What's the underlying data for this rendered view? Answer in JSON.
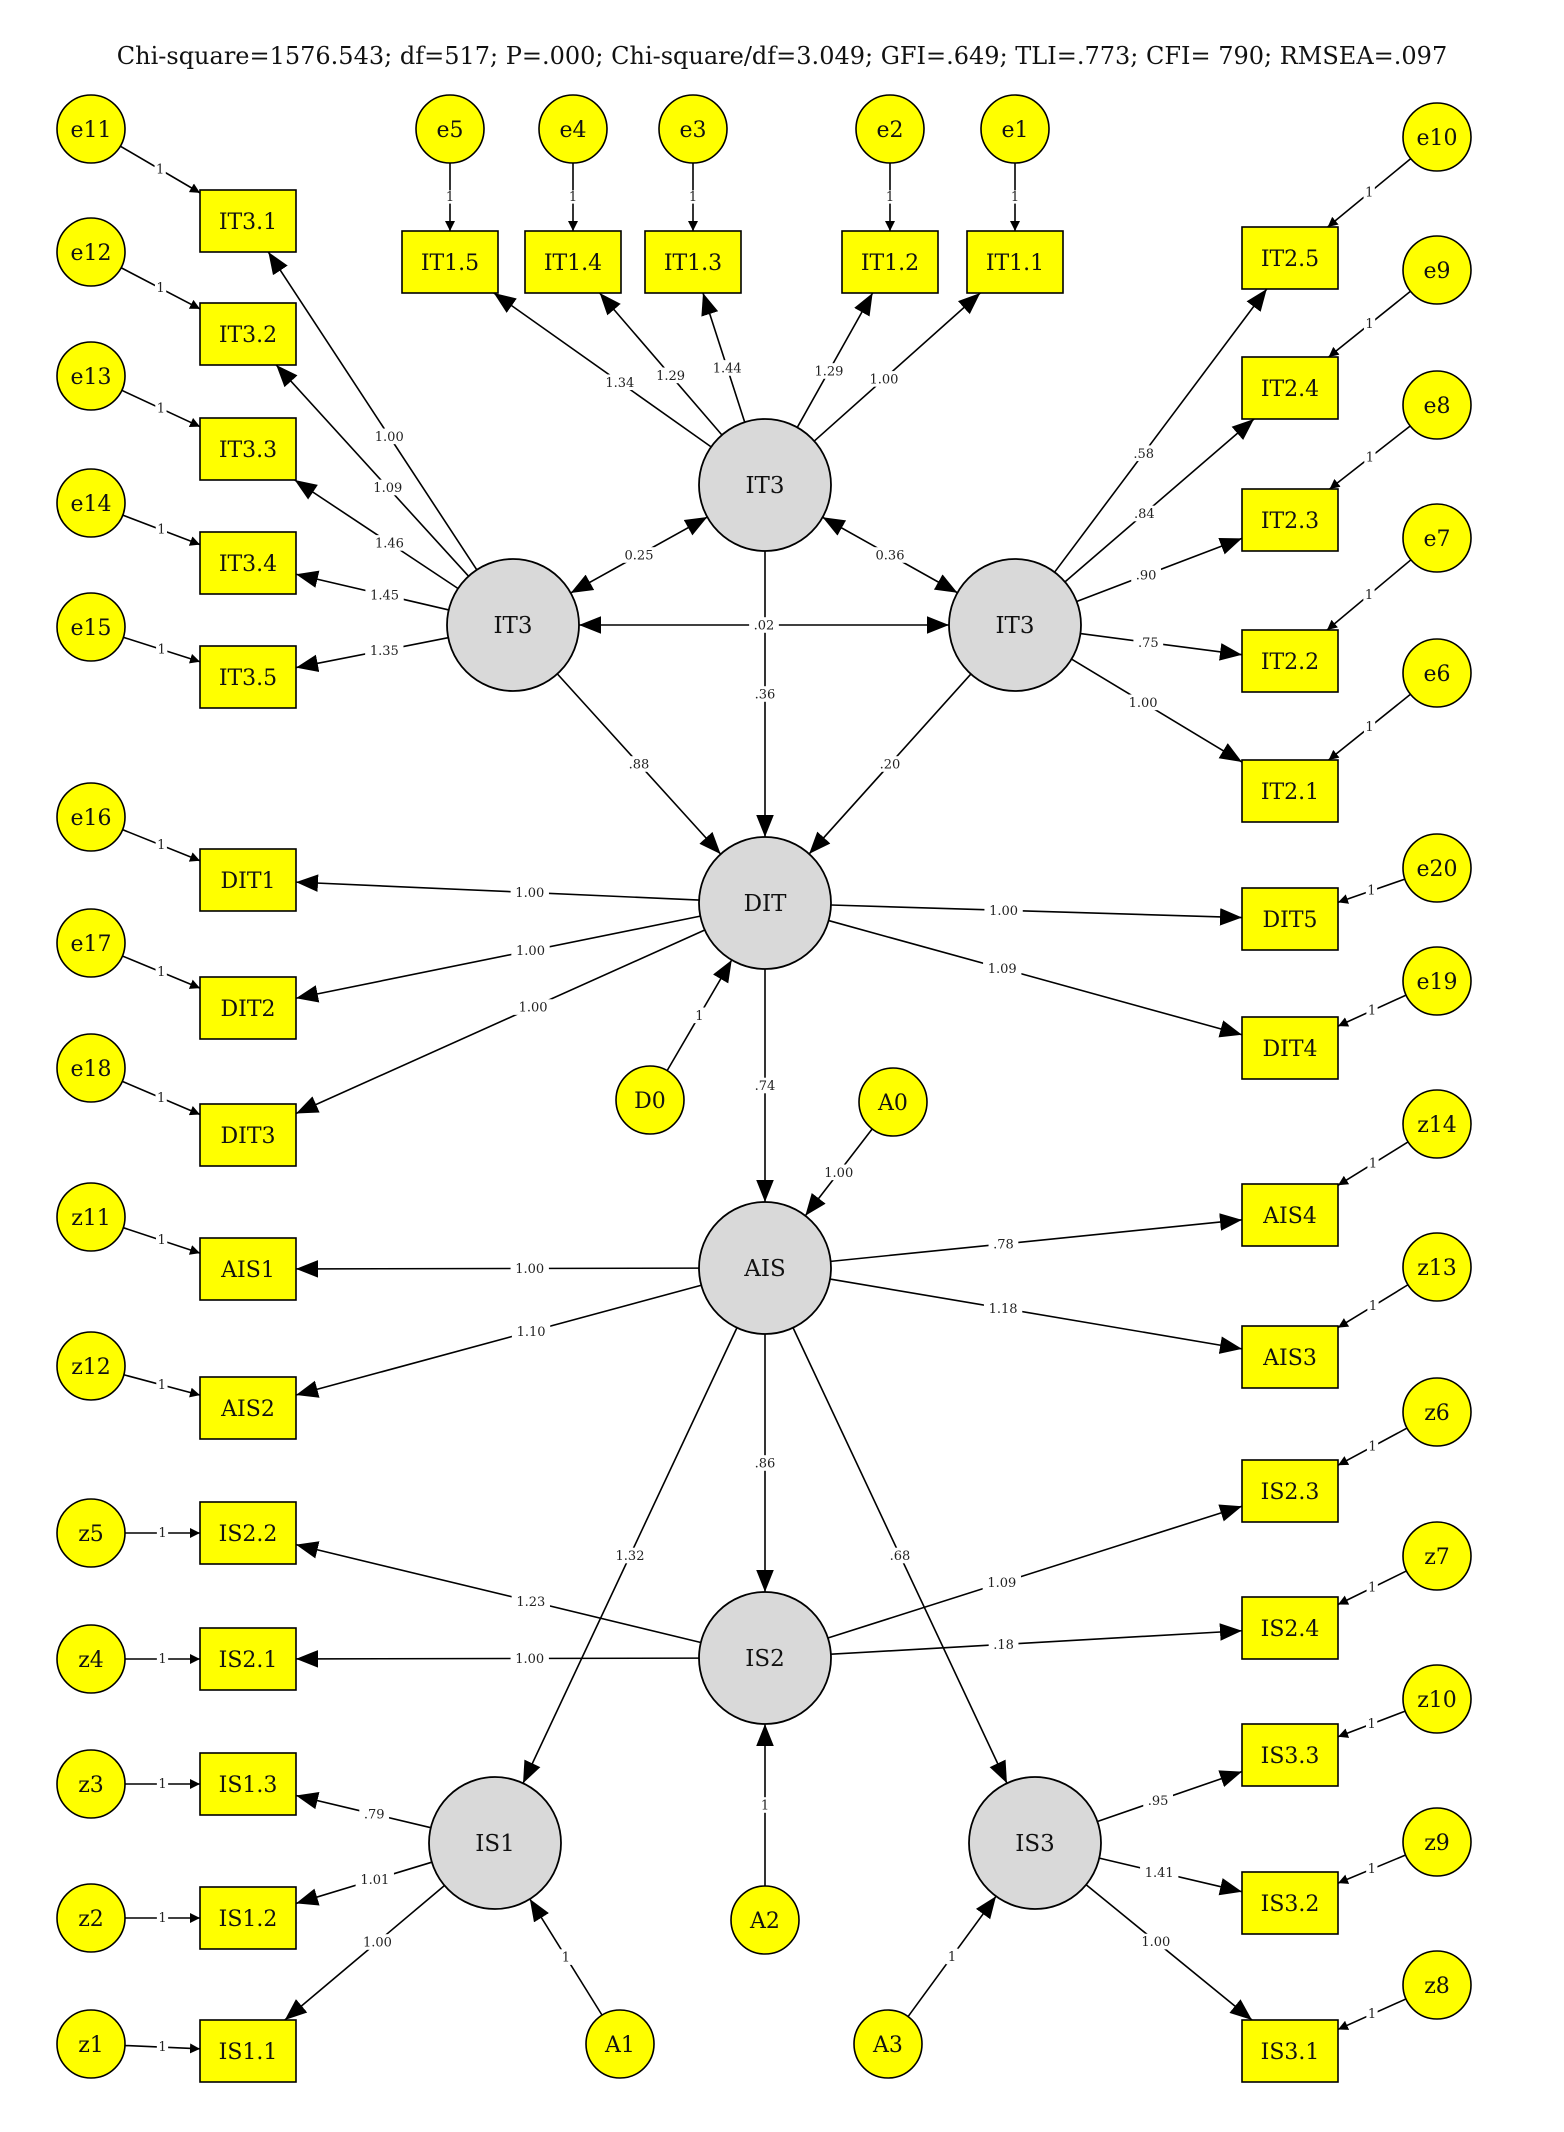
{
  "title": "Chi-square=1576.543; df=517; P=.000; Chi-square/df=3.049; GFI=.649; TLI=.773; CFI= 790; RMSEA=.097",
  "colors": {
    "indicator": "#ffff00",
    "latent": "#d9d9d9",
    "stroke": "#000000"
  },
  "latents": [
    {
      "id": "IT3_top",
      "label": "IT3"
    },
    {
      "id": "IT3_left",
      "label": "IT3"
    },
    {
      "id": "IT3_right",
      "label": "IT3"
    },
    {
      "id": "DIT",
      "label": "DIT"
    },
    {
      "id": "AIS",
      "label": "AIS"
    },
    {
      "id": "IS2",
      "label": "IS2"
    },
    {
      "id": "IS1",
      "label": "IS1"
    },
    {
      "id": "IS3",
      "label": "IS3"
    }
  ],
  "indicators": [
    {
      "id": "IT1.5",
      "label": "IT1.5"
    },
    {
      "id": "IT1.4",
      "label": "IT1.4"
    },
    {
      "id": "IT1.3",
      "label": "IT1.3"
    },
    {
      "id": "IT1.2",
      "label": "IT1.2"
    },
    {
      "id": "IT1.1",
      "label": "IT1.1"
    },
    {
      "id": "IT3.1",
      "label": "IT3.1"
    },
    {
      "id": "IT3.2",
      "label": "IT3.2"
    },
    {
      "id": "IT3.3",
      "label": "IT3.3"
    },
    {
      "id": "IT3.4",
      "label": "IT3.4"
    },
    {
      "id": "IT3.5",
      "label": "IT3.5"
    },
    {
      "id": "IT2.5",
      "label": "IT2.5"
    },
    {
      "id": "IT2.4",
      "label": "IT2.4"
    },
    {
      "id": "IT2.3",
      "label": "IT2.3"
    },
    {
      "id": "IT2.2",
      "label": "IT2.2"
    },
    {
      "id": "IT2.1",
      "label": "IT2.1"
    },
    {
      "id": "DIT1",
      "label": "DIT1"
    },
    {
      "id": "DIT2",
      "label": "DIT2"
    },
    {
      "id": "DIT3",
      "label": "DIT3"
    },
    {
      "id": "DIT5",
      "label": "DIT5"
    },
    {
      "id": "DIT4",
      "label": "DIT4"
    },
    {
      "id": "AIS1",
      "label": "AIS1"
    },
    {
      "id": "AIS2",
      "label": "AIS2"
    },
    {
      "id": "AIS4",
      "label": "AIS4"
    },
    {
      "id": "AIS3",
      "label": "AIS3"
    },
    {
      "id": "IS2.2",
      "label": "IS2.2"
    },
    {
      "id": "IS2.1",
      "label": "IS2.1"
    },
    {
      "id": "IS2.3",
      "label": "IS2.3"
    },
    {
      "id": "IS2.4",
      "label": "IS2.4"
    },
    {
      "id": "IS1.3",
      "label": "IS1.3"
    },
    {
      "id": "IS1.2",
      "label": "IS1.2"
    },
    {
      "id": "IS1.1",
      "label": "IS1.1"
    },
    {
      "id": "IS3.3",
      "label": "IS3.3"
    },
    {
      "id": "IS3.2",
      "label": "IS3.2"
    },
    {
      "id": "IS3.1",
      "label": "IS3.1"
    }
  ],
  "errors": [
    {
      "id": "e5",
      "label": "e5",
      "to": "IT1.5"
    },
    {
      "id": "e4",
      "label": "e4",
      "to": "IT1.4"
    },
    {
      "id": "e3",
      "label": "e3",
      "to": "IT1.3"
    },
    {
      "id": "e2",
      "label": "e2",
      "to": "IT1.2"
    },
    {
      "id": "e1",
      "label": "e1",
      "to": "IT1.1"
    },
    {
      "id": "e11",
      "label": "e11",
      "to": "IT3.1"
    },
    {
      "id": "e12",
      "label": "e12",
      "to": "IT3.2"
    },
    {
      "id": "e13",
      "label": "e13",
      "to": "IT3.3"
    },
    {
      "id": "e14",
      "label": "e14",
      "to": "IT3.4"
    },
    {
      "id": "e15",
      "label": "e15",
      "to": "IT3.5"
    },
    {
      "id": "e10",
      "label": "e10",
      "to": "IT2.5"
    },
    {
      "id": "e9",
      "label": "e9",
      "to": "IT2.4"
    },
    {
      "id": "e8",
      "label": "e8",
      "to": "IT2.3"
    },
    {
      "id": "e7",
      "label": "e7",
      "to": "IT2.2"
    },
    {
      "id": "e6",
      "label": "e6",
      "to": "IT2.1"
    },
    {
      "id": "e16",
      "label": "e16",
      "to": "DIT1"
    },
    {
      "id": "e17",
      "label": "e17",
      "to": "DIT2"
    },
    {
      "id": "e18",
      "label": "e18",
      "to": "DIT3"
    },
    {
      "id": "e20",
      "label": "e20",
      "to": "DIT5"
    },
    {
      "id": "e19",
      "label": "e19",
      "to": "DIT4"
    },
    {
      "id": "z11",
      "label": "z11",
      "to": "AIS1"
    },
    {
      "id": "z12",
      "label": "z12",
      "to": "AIS2"
    },
    {
      "id": "z14",
      "label": "z14",
      "to": "AIS4"
    },
    {
      "id": "z13",
      "label": "z13",
      "to": "AIS3"
    },
    {
      "id": "z5",
      "label": "z5",
      "to": "IS2.2"
    },
    {
      "id": "z4",
      "label": "z4",
      "to": "IS2.1"
    },
    {
      "id": "z6",
      "label": "z6",
      "to": "IS2.3"
    },
    {
      "id": "z7",
      "label": "z7",
      "to": "IS2.4"
    },
    {
      "id": "z3",
      "label": "z3",
      "to": "IS1.3"
    },
    {
      "id": "z2",
      "label": "z2",
      "to": "IS1.2"
    },
    {
      "id": "z1",
      "label": "z1",
      "to": "IS1.1"
    },
    {
      "id": "z10",
      "label": "z10",
      "to": "IS3.3"
    },
    {
      "id": "z9",
      "label": "z9",
      "to": "IS3.2"
    },
    {
      "id": "z8",
      "label": "z8",
      "to": "IS3.1"
    }
  ],
  "error_weight": "1",
  "disturbances": [
    {
      "id": "D0",
      "label": "D0",
      "to": "DIT",
      "weight": "1"
    },
    {
      "id": "A0",
      "label": "A0",
      "to": "AIS",
      "weight": "1.00"
    },
    {
      "id": "A2",
      "label": "A2",
      "to": "IS2",
      "weight": "1"
    },
    {
      "id": "A1",
      "label": "A1",
      "to": "IS1",
      "weight": "1"
    },
    {
      "id": "A3",
      "label": "A3",
      "to": "IS3",
      "weight": "1"
    }
  ],
  "loadings": [
    {
      "from": "IT3_top",
      "to": "IT1.5",
      "weight": "1.34"
    },
    {
      "from": "IT3_top",
      "to": "IT1.4",
      "weight": "1.29"
    },
    {
      "from": "IT3_top",
      "to": "IT1.3",
      "weight": "1.44"
    },
    {
      "from": "IT3_top",
      "to": "IT1.2",
      "weight": "1.29"
    },
    {
      "from": "IT3_top",
      "to": "IT1.1",
      "weight": "1.00"
    },
    {
      "from": "IT3_left",
      "to": "IT3.1",
      "weight": "1.00"
    },
    {
      "from": "IT3_left",
      "to": "IT3.2",
      "weight": "1.09"
    },
    {
      "from": "IT3_left",
      "to": "IT3.3",
      "weight": "1.46"
    },
    {
      "from": "IT3_left",
      "to": "IT3.4",
      "weight": "1.45"
    },
    {
      "from": "IT3_left",
      "to": "IT3.5",
      "weight": "1.35"
    },
    {
      "from": "IT3_right",
      "to": "IT2.5",
      "weight": ".58"
    },
    {
      "from": "IT3_right",
      "to": "IT2.4",
      "weight": ".84"
    },
    {
      "from": "IT3_right",
      "to": "IT2.3",
      "weight": ".90"
    },
    {
      "from": "IT3_right",
      "to": "IT2.2",
      "weight": ".75"
    },
    {
      "from": "IT3_right",
      "to": "IT2.1",
      "weight": "1.00"
    },
    {
      "from": "DIT",
      "to": "DIT1",
      "weight": "1.00"
    },
    {
      "from": "DIT",
      "to": "DIT2",
      "weight": "1.00"
    },
    {
      "from": "DIT",
      "to": "DIT3",
      "weight": "1.00"
    },
    {
      "from": "DIT",
      "to": "DIT5",
      "weight": "1.00"
    },
    {
      "from": "DIT",
      "to": "DIT4",
      "weight": "1.09"
    },
    {
      "from": "AIS",
      "to": "AIS1",
      "weight": "1.00"
    },
    {
      "from": "AIS",
      "to": "AIS2",
      "weight": "1.10"
    },
    {
      "from": "AIS",
      "to": "AIS4",
      "weight": ".78"
    },
    {
      "from": "AIS",
      "to": "AIS3",
      "weight": "1.18"
    },
    {
      "from": "IS2",
      "to": "IS2.2",
      "weight": "1.23"
    },
    {
      "from": "IS2",
      "to": "IS2.1",
      "weight": "1.00"
    },
    {
      "from": "IS2",
      "to": "IS2.3",
      "weight": "1.09"
    },
    {
      "from": "IS2",
      "to": "IS2.4",
      "weight": ".18"
    },
    {
      "from": "IS1",
      "to": "IS1.3",
      "weight": ".79"
    },
    {
      "from": "IS1",
      "to": "IS1.2",
      "weight": "1.01"
    },
    {
      "from": "IS1",
      "to": "IS1.1",
      "weight": "1.00"
    },
    {
      "from": "IS3",
      "to": "IS3.3",
      "weight": ".95"
    },
    {
      "from": "IS3",
      "to": "IS3.2",
      "weight": "1.41"
    },
    {
      "from": "IS3",
      "to": "IS3.1",
      "weight": "1.00"
    }
  ],
  "structural": [
    {
      "from": "IT3_top",
      "to": "DIT",
      "weight": ".36"
    },
    {
      "from": "IT3_left",
      "to": "DIT",
      "weight": ".88"
    },
    {
      "from": "IT3_right",
      "to": "DIT",
      "weight": ".20"
    },
    {
      "from": "DIT",
      "to": "AIS",
      "weight": ".74"
    },
    {
      "from": "AIS",
      "to": "IS2",
      "weight": ".86"
    },
    {
      "from": "AIS",
      "to": "IS1",
      "weight": "1.32"
    },
    {
      "from": "AIS",
      "to": "IS3",
      "weight": ".68"
    }
  ],
  "covariances": [
    {
      "a": "IT3_top",
      "b": "IT3_left",
      "weight": "0.25"
    },
    {
      "a": "IT3_top",
      "b": "IT3_right",
      "weight": "0.36"
    },
    {
      "a": "IT3_left",
      "b": "IT3_right",
      "weight": ".02"
    }
  ]
}
